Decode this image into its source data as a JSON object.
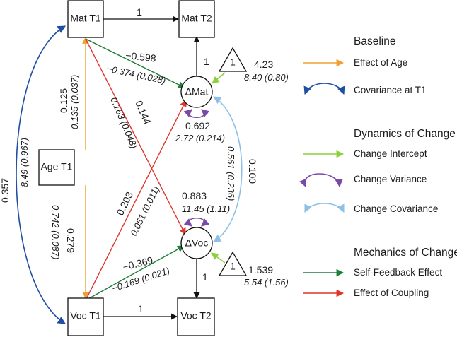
{
  "colors": {
    "age": "#f0a030",
    "covariance_t1": "#1f4fa0",
    "change_intercept": "#8ccf3c",
    "change_variance": "#7a4aa6",
    "change_covariance": "#8ec0e6",
    "self_feedback": "#1f7f3a",
    "coupling": "#e2342c",
    "black": "#111111"
  },
  "nodes": {
    "mat_t1": "Mat T1",
    "mat_t2": "Mat T2",
    "age_t1": "Age T1",
    "voc_t1": "Voc T1",
    "voc_t2": "Voc T2",
    "delta_mat": "ΔMat",
    "delta_voc": "ΔVoc",
    "const_top": "1",
    "const_bottom": "1"
  },
  "paths": {
    "mat_t1_to_t2": "1",
    "voc_t1_to_t2": "1",
    "dmat_to_mat_t2": "1",
    "dvoc_to_voc_t2": "1",
    "mat_self_feedback": "−0.598",
    "mat_self_feedback_est": "−0.374 (0.028)",
    "voc_self_feedback": "−0.369",
    "voc_self_feedback_est": "−0.169 (0.021)",
    "age_to_mat": "0.125",
    "age_to_mat_est": "0.135 (0.037)",
    "age_to_voc": "0.279",
    "age_to_voc_est": "0.742 (0.087)",
    "coupling_mat_to_dvoc": "0.144",
    "coupling_mat_to_dvoc_est": "0.163 (0.048)",
    "coupling_voc_to_dmat": "0.203",
    "coupling_voc_to_dmat_est": "0.051 (0.011)",
    "covariance_t1": "0.357",
    "covariance_t1_est": "8.49 (0.967)",
    "change_covariance": "0.100",
    "change_covariance_est": "0.561 (0.236)",
    "dmat_variance": "0.692",
    "dmat_variance_est": "2.72 (0.214)",
    "dvoc_variance": "0.883",
    "dvoc_variance_est": "11.45 (1.11)",
    "dmat_intercept": "4.23",
    "dmat_intercept_est": "8.40 (0.80)",
    "dvoc_intercept": "1.539",
    "dvoc_intercept_est": "5.54 (1.56)"
  },
  "legend": {
    "baseline_heading": "Baseline",
    "effect_of_age": "Effect of Age",
    "covariance_at_t1": "Covariance at T1",
    "dynamics_heading": "Dynamics of Change",
    "change_intercept": "Change Intercept",
    "change_variance": "Change Variance",
    "change_covariance": "Change Covariance",
    "mechanics_heading": "Mechanics of Change",
    "self_feedback_effect": "Self-Feedback Effect",
    "effect_of_coupling": "Effect of Coupling"
  }
}
